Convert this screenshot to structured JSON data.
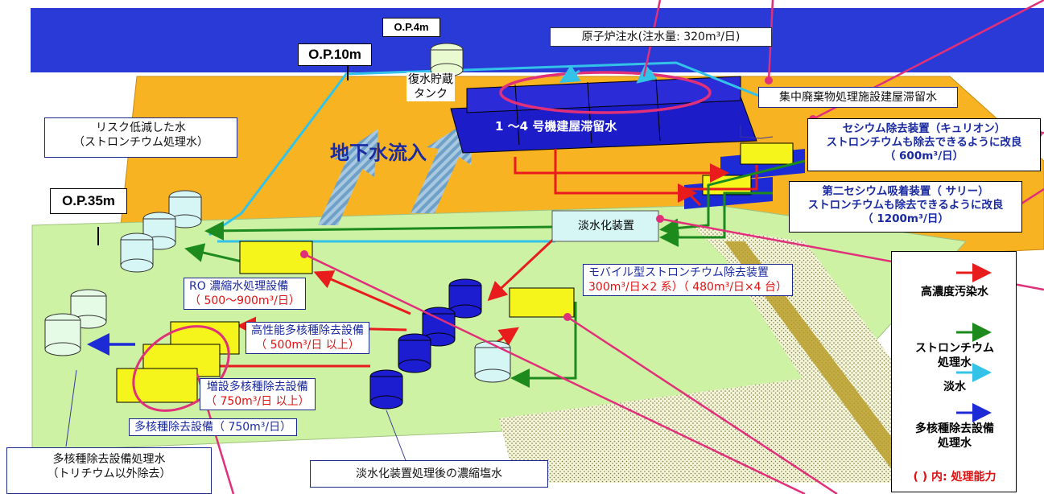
{
  "levels": {
    "op4": "O.P.4m",
    "op10": "O.P.10m",
    "op35": "O.P.35m"
  },
  "labels": {
    "injection": "原子炉注水(注水量: 320m³/日)",
    "storage_tank": [
      "復水貯蔵",
      "タンク"
    ],
    "central_waste": "集中廃棄物処理施設建屋滞留水",
    "reactor_buildings": "1 ～4 号機建屋滞留水",
    "groundwater": "地下水流入",
    "risk_reduced": [
      "リスク低減した水",
      "（ストロンチウム処理水）"
    ],
    "kurion": [
      "セシウム除去装置（キュリオン）",
      "ストロンチウムも除去できるように改良",
      "（ 600m³/日）"
    ],
    "sarry": [
      "第二セシウム吸着装置（ サリー）",
      "ストロンチウムも除去できるように改良",
      "（ 1200m³/日）"
    ],
    "desal": "淡水化装置",
    "ro": [
      "RO 濃縮水処理設備",
      "（ 500～900m³/日）"
    ],
    "mobile": [
      "モバイル型ストロンチウム除去装置",
      "300m³/日×2 系）（ 480m³/日×4 台）"
    ],
    "high_perf": [
      "高性能多核種除去設備",
      "（ 500m³/日 以上）"
    ],
    "added_alps": [
      "増設多核種除去設備",
      "（ 750m³/日 以上）"
    ],
    "alps": "多核種除去設備（ 750m³/日）",
    "alps_water": [
      "多核種除去設備処理水",
      "（トリチウム以外除去）"
    ],
    "brine": "淡水化装置処理後の濃縮塩水"
  },
  "legend": {
    "items": [
      {
        "label": "高濃度汚染水",
        "color": "#e81c1c"
      },
      {
        "label": "ストロンチウム\n処理水",
        "color": "#1d8a1d"
      },
      {
        "label": "淡水",
        "color": "#33c3e8"
      },
      {
        "label": "多核種除去設備\n処理水",
        "color": "#1c2bd6"
      }
    ],
    "note_paren": "( )",
    "note": "内: 処理能力"
  }
}
